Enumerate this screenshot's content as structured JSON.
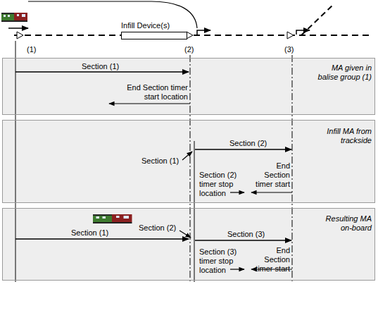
{
  "diagram": {
    "nodes": [
      {
        "text": [
          "Infill Device(s)"
        ]
      },
      {
        "text": [
          "MA given in balise group (1)",
          "Section (1)",
          "End Section timer start location"
        ]
      },
      {
        "text": [
          "Infill MA from trackside",
          "Section (2)",
          "Section (1)",
          "Section (2) timer stop location",
          "End Section timer start"
        ]
      },
      {
        "text": [
          "Resulting MA on-board",
          "Section (1)",
          "Section (2)",
          "Section (3)",
          "Section (3) timer stop location",
          "End Section timer start"
        ]
      }
    ],
    "labels": [
      "(1)",
      "(2)",
      "(3)"
    ]
  }
}
